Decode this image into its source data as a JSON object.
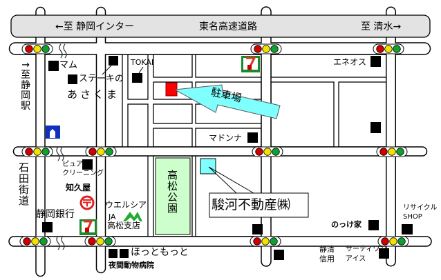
{
  "expressway": {
    "left_label": "←至 静岡インター",
    "name": "東名高速道路",
    "right_label": "至 清水→"
  },
  "directions": {
    "station": "↑至静岡駅",
    "ishida": "石田街道"
  },
  "landmarks": {
    "mam": "マム",
    "steak_1": "ステーキの",
    "steak_2": "あさくま",
    "tokai": "TOKAI",
    "parking": "駐車場",
    "eneos": "エネオス",
    "madonna": "マドンナ",
    "park": "高松公園",
    "company": "駿河不動産㈱",
    "pure_1": "ピュア",
    "pure_2": "クリーニング",
    "chikuya": "知久屋",
    "welcia": "ウエルシア",
    "ja": "JA",
    "ja_branch": "高松支店",
    "shizuoka_bank": "静岡銀行",
    "hotto_motto": "ほっともっと",
    "animal_hospital": "夜間動物病院",
    "nokkeya": "のっけ家",
    "recycle_1": "リサイクル",
    "recycle_2": "SHOP",
    "shinkin_1": "静清",
    "shinkin_2": "信用",
    "thirty_one_1": "サーティワン",
    "thirty_one_2": "アイス"
  },
  "colors": {
    "target": "#ff0000",
    "parking_arrow": "#80ffff",
    "company_marker": "#80ffff",
    "park": "#ccffcc",
    "signal_red": "#d00000",
    "signal_yellow": "#f2e200",
    "signal_green": "#10a030"
  }
}
